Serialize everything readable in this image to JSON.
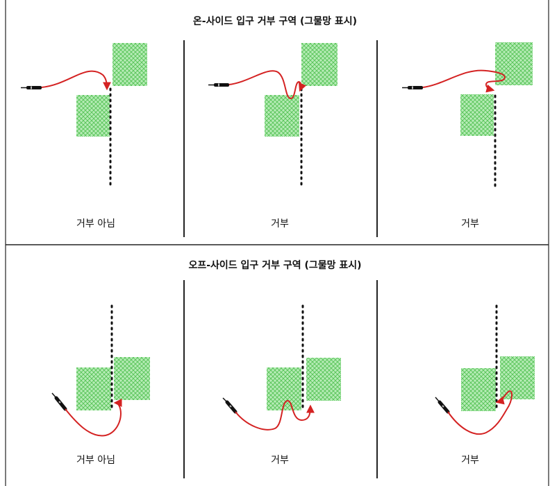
{
  "diagram": {
    "sections": [
      {
        "title": "온-사이드 입구 거부 구역 (그물망 표시)",
        "panels": [
          {
            "label": "거부 아님"
          },
          {
            "label": "거부"
          },
          {
            "label": "거부"
          }
        ]
      },
      {
        "title": "오프-사이드 입구 거부 구역 (그물망 표시)",
        "panels": [
          {
            "label": "거부 아님"
          },
          {
            "label": "거부"
          },
          {
            "label": "거부"
          }
        ]
      }
    ]
  },
  "colors": {
    "zone_fill": "#9fe39f",
    "zone_hatch": "#5cc25c",
    "path": "#d42222",
    "dots": "#111111",
    "lines": "#222222"
  }
}
